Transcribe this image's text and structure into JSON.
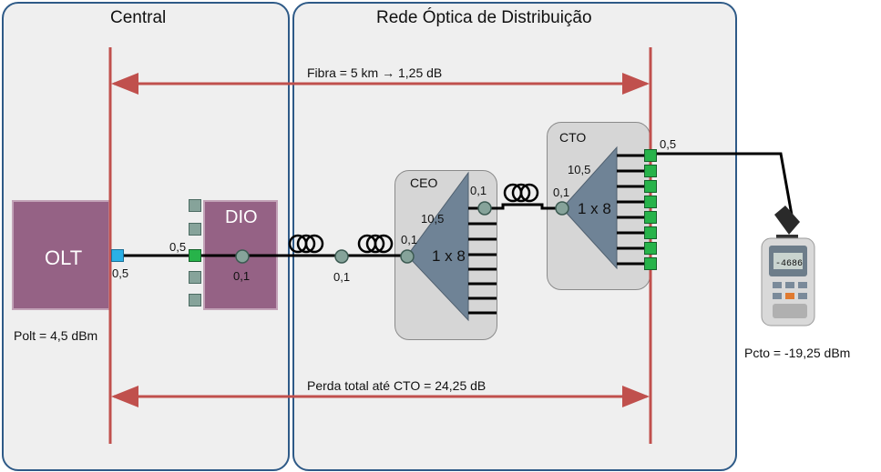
{
  "regions": {
    "central": {
      "title": "Central"
    },
    "network": {
      "title": "Rede Óptica de Distribuição"
    }
  },
  "devices": {
    "olt": {
      "label": "OLT"
    },
    "dio": {
      "label": "DIO"
    },
    "ceo": {
      "label": "CEO"
    },
    "cto": {
      "label": "CTO"
    }
  },
  "splitters": {
    "ceo": {
      "ratio": "1 x 8"
    },
    "cto": {
      "ratio": "1 x 8"
    }
  },
  "losses": {
    "olt_port": "0,5",
    "dio_in": "0,5",
    "dio_splice": "0,1",
    "fiber_splice": "0,1",
    "ceo_in": "0,1",
    "ceo_out": "0,1",
    "ceo_split": "10,5",
    "cto_in": "0,1",
    "cto_split": "10,5",
    "cto_out": "0,5"
  },
  "measurements": {
    "fiber_label": "Fibra = 5 km",
    "fiber_arrow": "→",
    "fiber_loss": "1,25 dB",
    "total_loss": "Perda total até CTO = 24,25 dB",
    "polt": "Polt = 4,5 dBm",
    "pcto": "Pcto = -19,25 dBm"
  },
  "meter": {
    "reading": "-4686"
  },
  "colors": {
    "region_border": "#2e5a87",
    "device_fill": "#956285",
    "dimension_line": "#c0504d",
    "splitter_fill": "#6f8396",
    "port_green": "#27b34a",
    "port_blue": "#2ab0e6"
  }
}
